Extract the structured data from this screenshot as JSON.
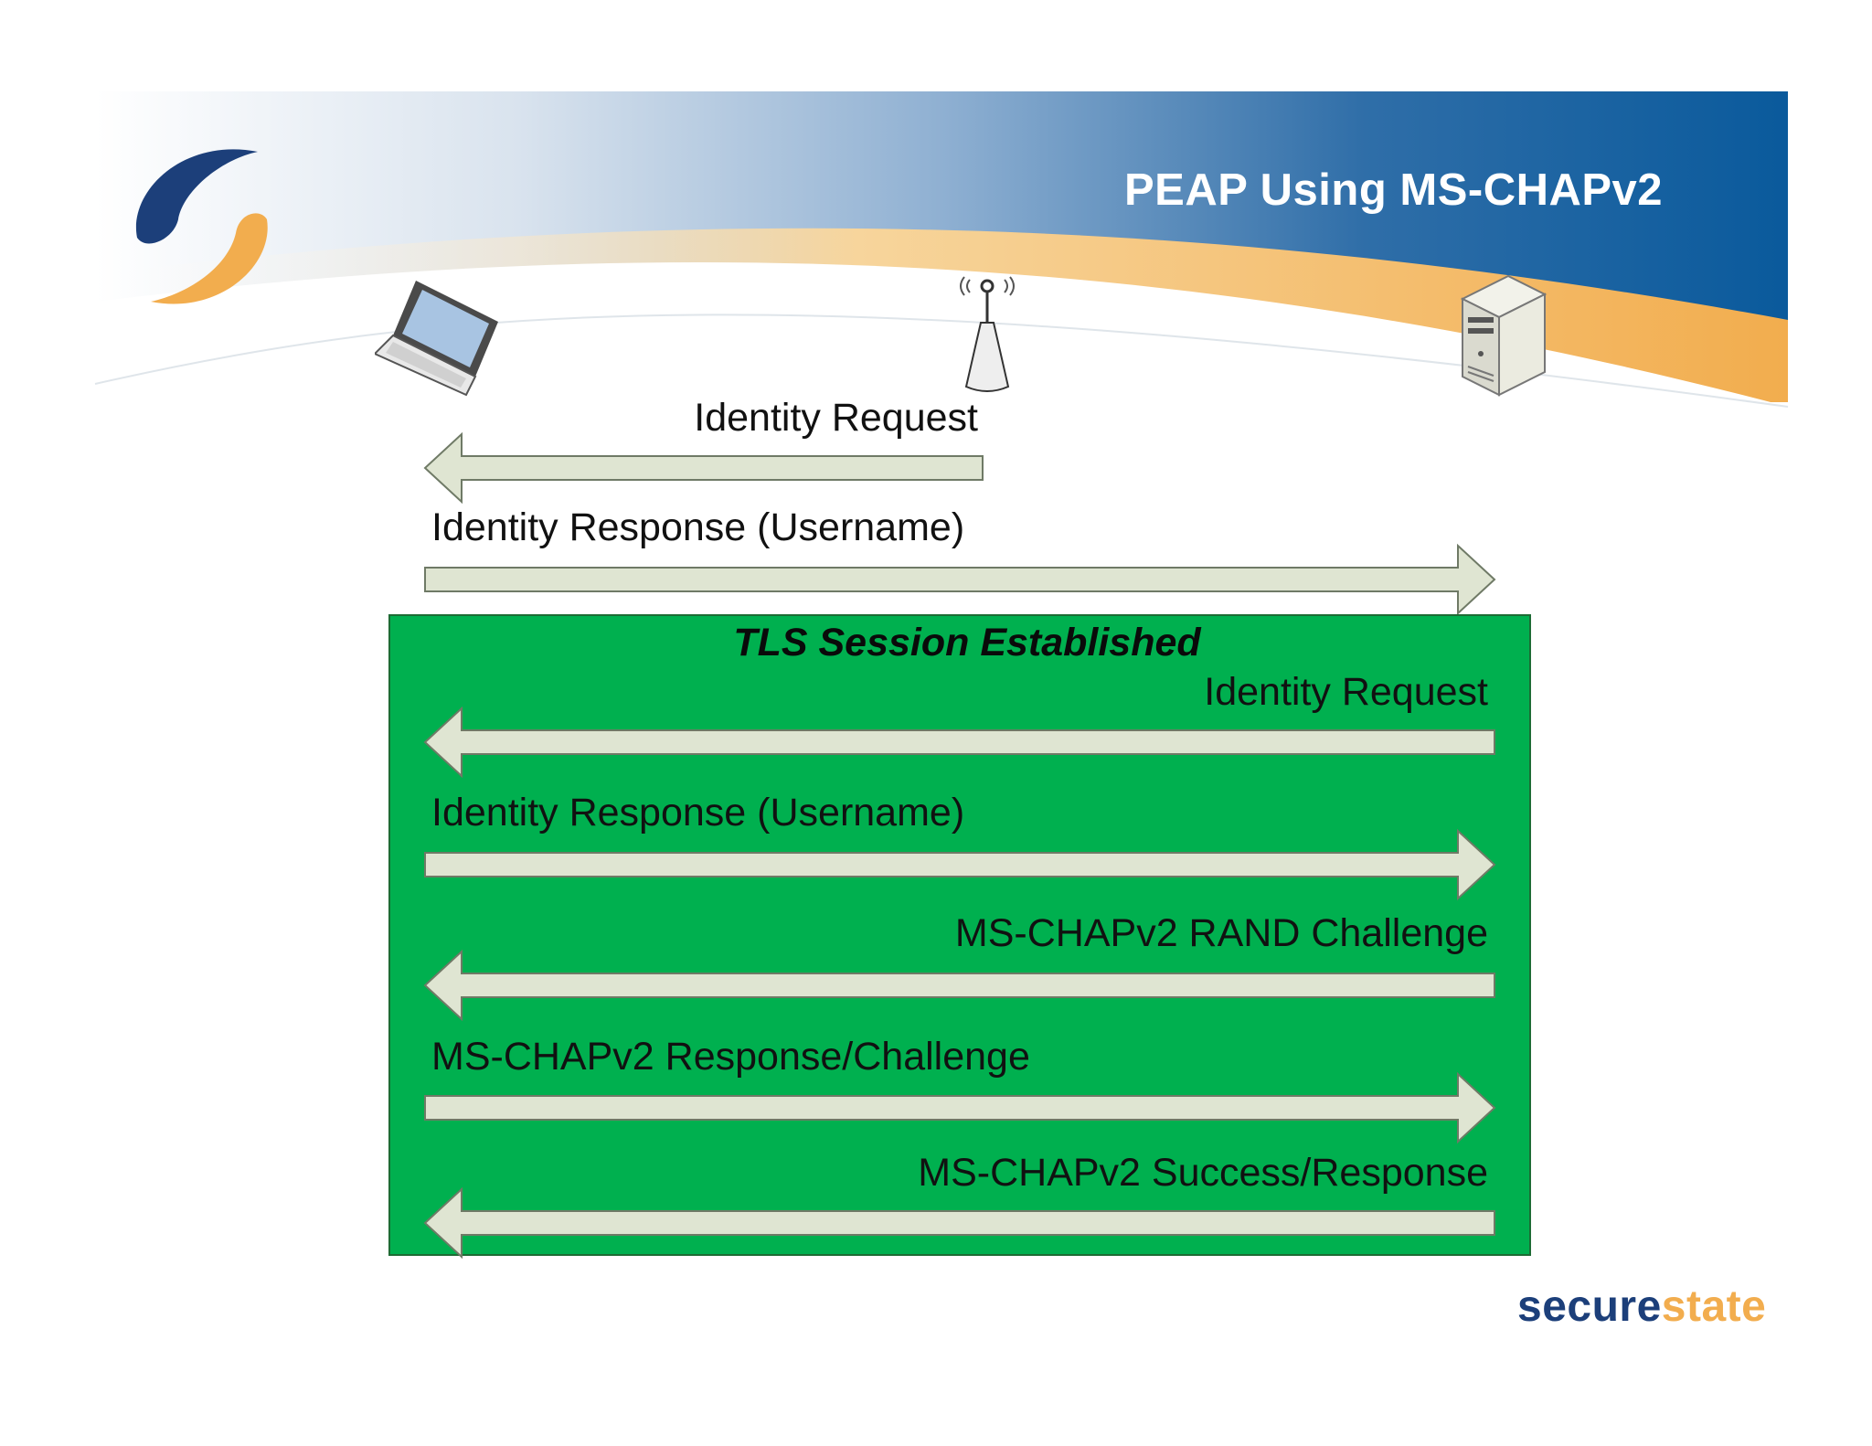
{
  "slide": {
    "title": "PEAP Using MS-CHAPv2",
    "brand": {
      "part1": "secure",
      "part2": "state"
    }
  },
  "colors": {
    "header_blue": "#0a5a9c",
    "header_orange": "#f2ad4e",
    "tls_green": "#00b04f",
    "arrow_fill": "#dfe5d2",
    "arrow_stroke": "#6f7a66"
  },
  "devices": {
    "client": "laptop-icon",
    "access_point": "antenna-icon",
    "server": "server-icon"
  },
  "messages": {
    "outer": [
      {
        "label": "Identity Request",
        "direction": "left"
      },
      {
        "label": "Identity Response (Username)",
        "direction": "right"
      }
    ],
    "tls_title": "TLS Session Established",
    "inner": [
      {
        "label": "Identity Request",
        "direction": "left"
      },
      {
        "label": "Identity Response (Username)",
        "direction": "right"
      },
      {
        "label": "MS-CHAPv2 RAND Challenge",
        "direction": "left"
      },
      {
        "label": "MS-CHAPv2 Response/Challenge",
        "direction": "right"
      },
      {
        "label": "MS-CHAPv2 Success/Response",
        "direction": "left"
      }
    ]
  }
}
